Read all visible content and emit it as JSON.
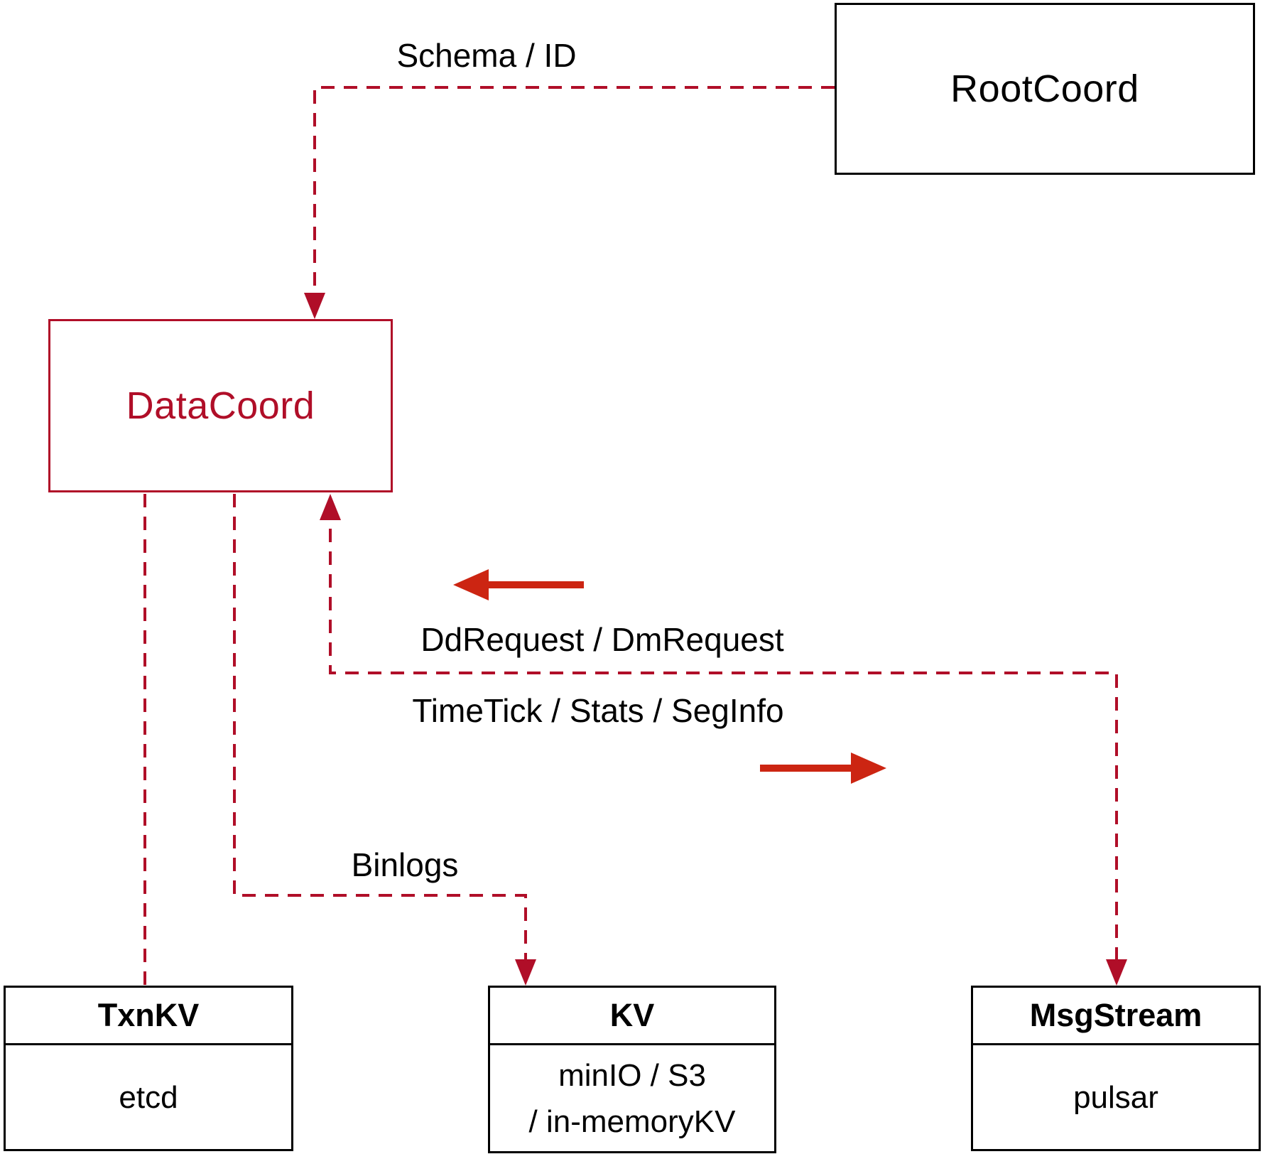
{
  "diagram": {
    "colors": {
      "edge_dashed": "#b00e28",
      "arrow_solid": "#cc2512",
      "box_border": "#000000",
      "text": "#000000"
    },
    "nodes": {
      "rootcoord": {
        "label": "RootCoord"
      },
      "datacoord": {
        "label": "DataCoord"
      },
      "txnkv": {
        "title": "TxnKV",
        "body": "etcd"
      },
      "kv": {
        "title": "KV",
        "body_lines": [
          "minIO / S3",
          "/ in-memoryKV"
        ]
      },
      "msgstream": {
        "title": "MsgStream",
        "body": "pulsar"
      }
    },
    "edge_labels": {
      "schema_id": "Schema / ID",
      "dd_dm_request": "DdRequest / DmRequest",
      "timetick_stats_seginfo": "TimeTick / Stats / SegInfo",
      "binlogs": "Binlogs"
    }
  }
}
